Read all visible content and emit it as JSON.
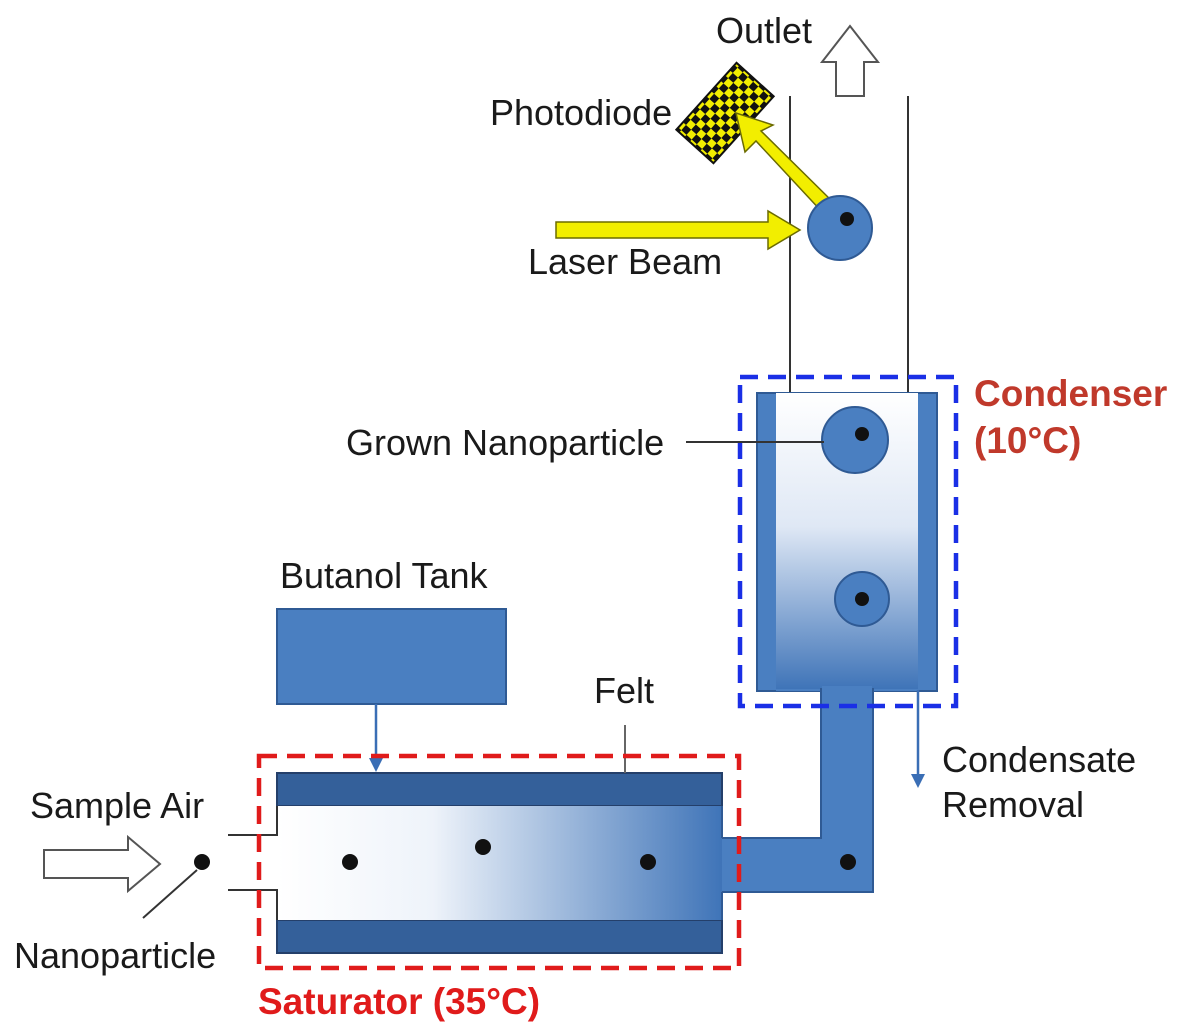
{
  "labels": {
    "outlet": "Outlet",
    "photodiode": "Photodiode",
    "laser_beam": "Laser Beam",
    "condenser_line1": "Condenser",
    "condenser_line2": "(10°C)",
    "grown_nanoparticle": "Grown Nanoparticle",
    "butanol_tank": "Butanol Tank",
    "felt": "Felt",
    "condensate_line1": "Condensate",
    "condensate_line2": "Removal",
    "sample_air": "Sample Air",
    "nanoparticle": "Nanoparticle",
    "saturator": "Saturator (35°C)"
  },
  "colors": {
    "blue_fill": "#4a7fc1",
    "blue_dark": "#2f5a94",
    "felt_dark": "#34609a",
    "yellow": "#f2ee00",
    "red_dash": "#e01b1b",
    "blue_dash": "#1a2fe6",
    "condenser_label": "#c0392b"
  }
}
